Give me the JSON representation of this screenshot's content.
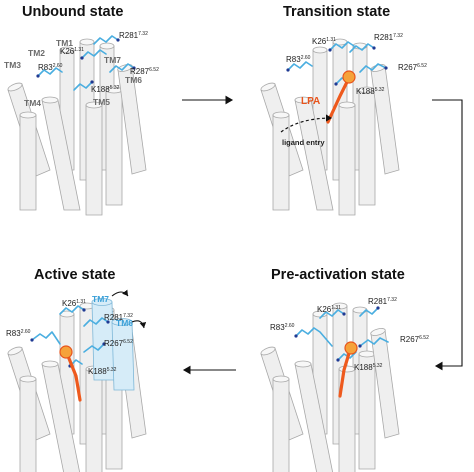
{
  "states": {
    "unbound": {
      "title": "Unbound state"
    },
    "transition": {
      "title": "Transition state"
    },
    "active": {
      "title": "Active state"
    },
    "preactivation": {
      "title": "Pre-activation state"
    }
  },
  "helices": {
    "tm1": "TM1",
    "tm2": "TM2",
    "tm3": "TM3",
    "tm4": "TM4",
    "tm5": "TM5",
    "tm6": "TM6",
    "tm7": "TM7"
  },
  "residues": {
    "k26": {
      "name": "K26",
      "sup": "1.31"
    },
    "r281": {
      "name": "R281",
      "sup": "7.32"
    },
    "r287": {
      "name": "R287",
      "sup": "6.52"
    },
    "r83": {
      "name": "R83",
      "sup": "2.60"
    },
    "k188": {
      "name": "K188",
      "sup": "5.32"
    },
    "r267": {
      "name": "R267",
      "sup": "6.52"
    }
  },
  "ligand": {
    "name": "LPA",
    "entry_label": "ligand entry"
  },
  "colors": {
    "helix_gray": "#efefef",
    "helix_blue": "#d6ecf8",
    "residue_chain": "#4aaee0",
    "residue_node": "#1f3a93",
    "ligand_tail": "#ee5a1e",
    "ligand_head": "#f5a23a",
    "label_blue": "#3aa0d8"
  }
}
